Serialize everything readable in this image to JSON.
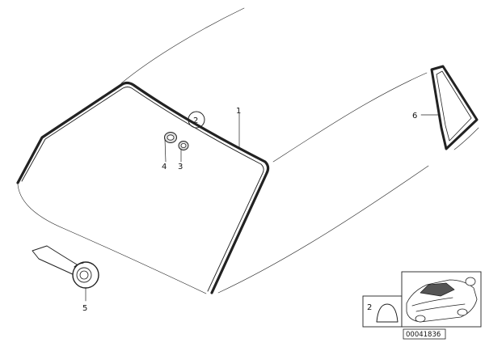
{
  "callouts": {
    "windscreen": "1",
    "kit": "2",
    "cap_small": "3",
    "cap_large": "4",
    "adhesive_tape": "5",
    "side_window": "6"
  },
  "inset": {
    "kit_label": "2",
    "code": "00041836"
  }
}
